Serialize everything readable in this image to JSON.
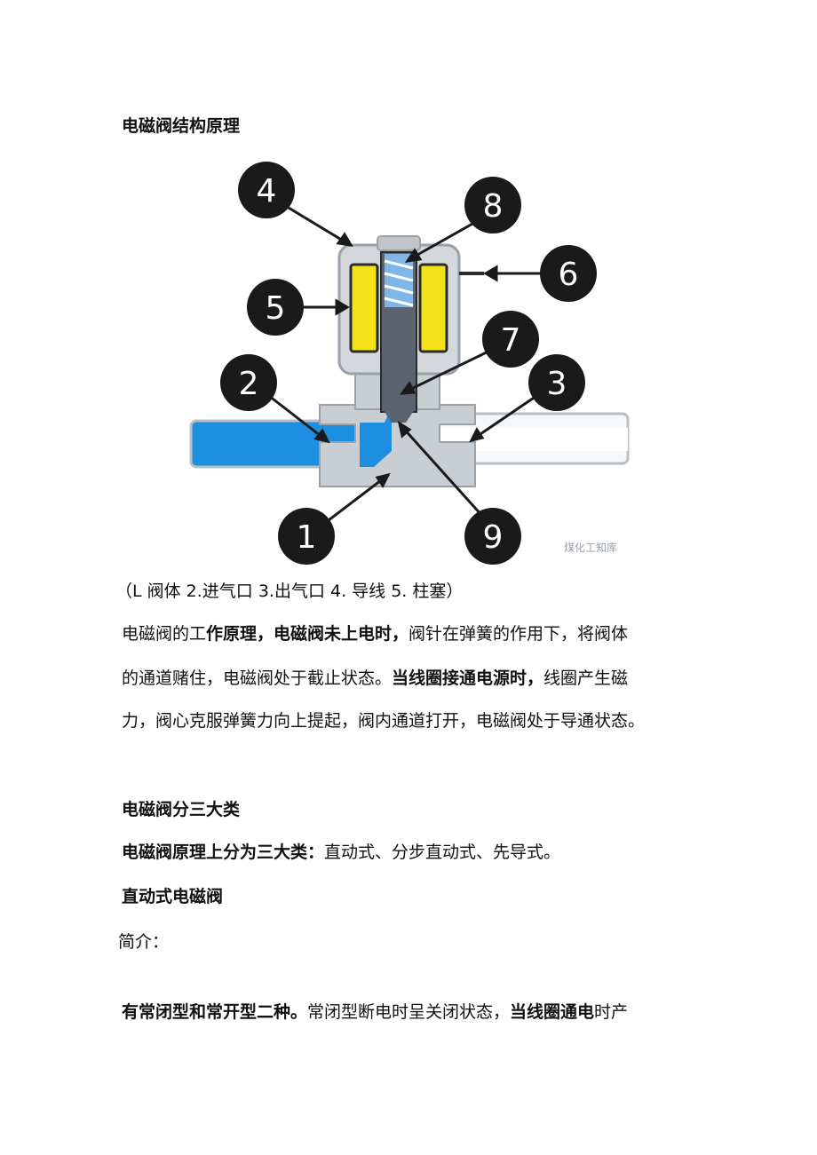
{
  "heading_structure": "电磁阀结构原理",
  "diagram": {
    "labels": [
      "1",
      "2",
      "3",
      "4",
      "5",
      "6",
      "7",
      "8",
      "9"
    ],
    "watermark": "煤化工知库"
  },
  "caption": "（L 阀体 2.进气口 3.出气口 4. 导线 5. 柱塞）",
  "para1": {
    "l1a": "电磁阀的工",
    "l1b": "作原理，电磁阀未上电时，",
    "l1c": "阀针在弹簧的作用下，将阀体",
    "l2a": "的通道赌住，电磁阀处于截止状态。",
    "l2b": "当线圈接通电源时，",
    "l2c": "线圈产生磁",
    "l3": "力，阀心克服弹簧力向上提起，阀内通道打开，电磁阀处于导通状态。"
  },
  "heading_types": "电磁阀分三大类",
  "types_line": {
    "bold": "电磁阀原理上分为三大类：",
    "normal": "直动式、分步直动式、先导式。"
  },
  "heading_direct": "直动式电磁阀",
  "intro": "简介：",
  "last_line": {
    "a": "有常闭型和常开型二种。",
    "b": "常闭型断电时呈关闭状态，",
    "c": "当线圈通电",
    "d": "时产"
  },
  "colors": {
    "pipe_in": "#1e8fe0",
    "coil": "#f2e21a",
    "body": "#c9ced3",
    "marker": "#1a1a1a"
  }
}
